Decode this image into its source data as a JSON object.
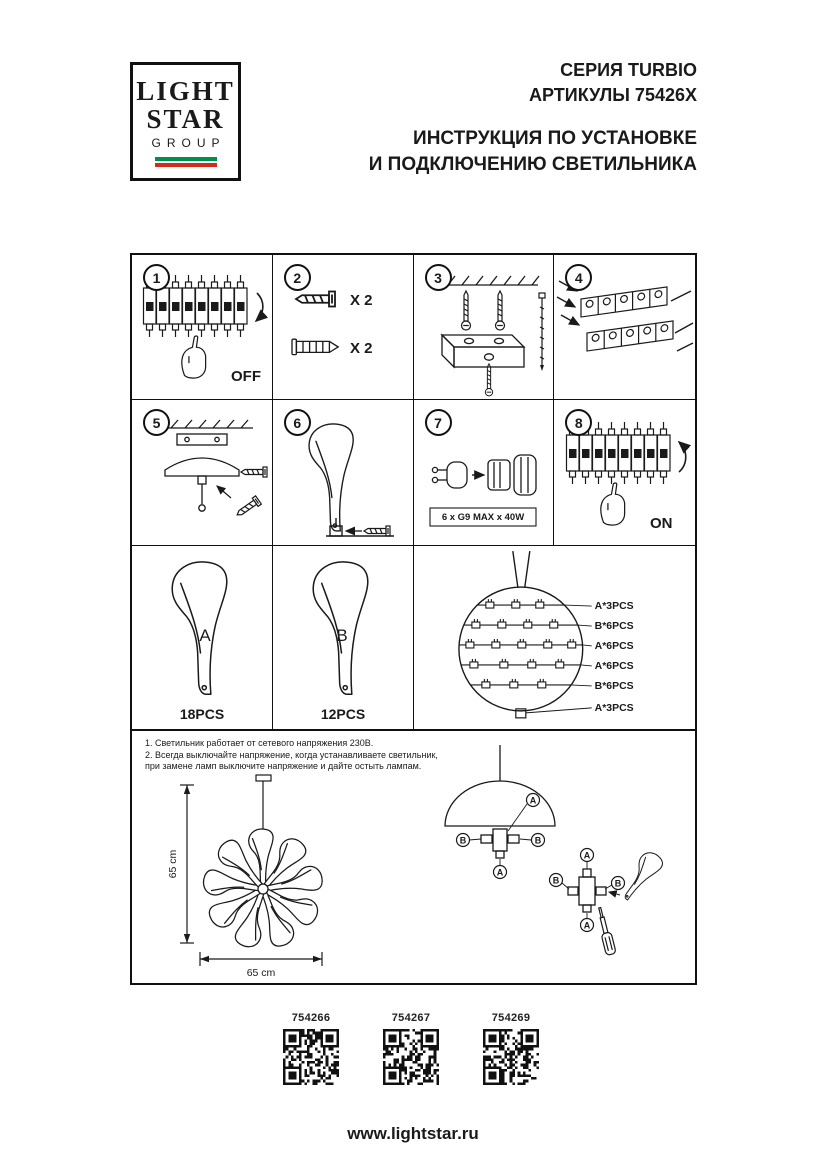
{
  "header": {
    "logo": {
      "light": "LIGHT",
      "star": "STAR",
      "group": "GROUP"
    },
    "series": "СЕРИЯ TURBIO",
    "articles": "АРТИКУЛЫ 75426X",
    "instruction1": "ИНСТРУКЦИЯ ПО УСТАНОВКЕ",
    "instruction2": "И ПОДКЛЮЧЕНИЮ СВЕТИЛЬНИКА"
  },
  "steps": {
    "s1": {
      "num": "1",
      "power": "OFF"
    },
    "s2": {
      "num": "2",
      "screw_qty": "X 2",
      "anchor_qty": "X 2"
    },
    "s3": {
      "num": "3"
    },
    "s4": {
      "num": "4"
    },
    "s5": {
      "num": "5"
    },
    "s6": {
      "num": "6"
    },
    "s7": {
      "num": "7",
      "lamp_spec": "6 x G9 MAX x 40W"
    },
    "s8": {
      "num": "8",
      "power": "ON"
    }
  },
  "parts": {
    "a_letter": "A",
    "a_count": "18PCS",
    "b_letter": "B",
    "b_count": "12PCS",
    "sphere_labels": [
      "A*3PCS",
      "B*6PCS",
      "A*6PCS",
      "A*6PCS",
      "B*6PCS",
      "A*3PCS"
    ]
  },
  "assembly": {
    "dome_labels": [
      "A",
      "B",
      "B",
      "A"
    ],
    "socket_labels": [
      "A",
      "B",
      "B",
      "A"
    ]
  },
  "notes": [
    "1. Светильник работает от сетевого напряжения 230В.",
    "2. Всегда выключайте напряжение, когда устанавливаете светильник,",
    "при замене ламп выключите напряжение и дайте остыть лампам."
  ],
  "dimensions": {
    "height": "65 cm",
    "width": "65 cm"
  },
  "qr_codes": [
    "754266",
    "754267",
    "754269"
  ],
  "footer": {
    "site": "www.lightstar.ru"
  },
  "colors": {
    "flag_green": "#00904a",
    "flag_red": "#d52b1e",
    "ink": "#1a1a1a"
  }
}
